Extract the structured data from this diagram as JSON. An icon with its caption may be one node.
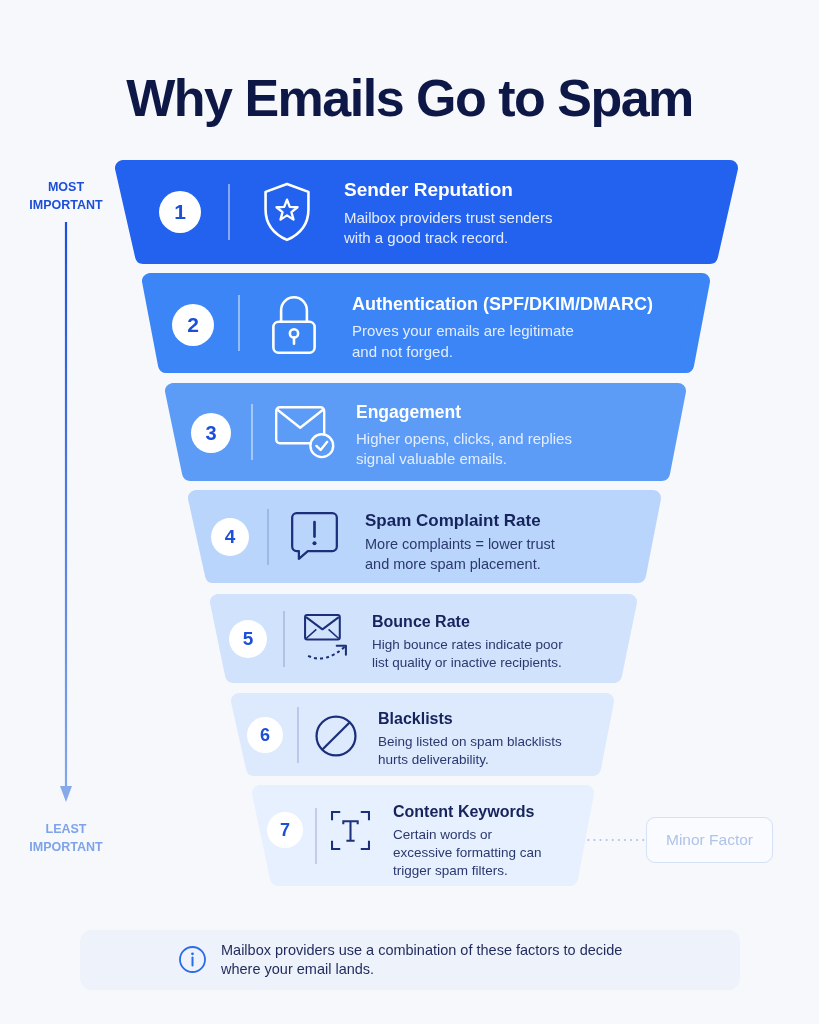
{
  "diagram": {
    "title": "Why Emails Go to Spam",
    "nodes": [
      {
        "text": [
          "Sender Reputation",
          "Mailbox providers trust senders with a good track record."
        ]
      },
      {
        "text": [
          "1"
        ],
        "in": 0
      },
      {
        "text": [
          "Authentication (SPF/DKIM/DMARC)",
          "Proves your emails are legitimate and not forged."
        ]
      },
      {
        "text": [
          "2"
        ],
        "in": 2
      },
      {
        "text": [
          "Engagement",
          "Higher opens, clicks, and replies signal valuable emails."
        ]
      },
      {
        "text": [
          "3"
        ],
        "in": 4
      },
      {
        "text": [
          "Spam Complaint Rate",
          "More complaints = lower trust and more spam placement."
        ]
      },
      {
        "text": [
          "4"
        ],
        "in": 6
      },
      {
        "text": [
          "Bounce Rate",
          "High bounce rates indicate poor list quality or inactive recipients."
        ]
      },
      {
        "text": [
          "5"
        ],
        "in": 8
      },
      {
        "text": [
          "Blacklists",
          "Being listed on spam blacklists hurts deliverability."
        ]
      },
      {
        "text": [
          "6"
        ],
        "in": 10
      },
      {
        "text": [
          "Content Keywords",
          "Certain words or excessive formatting can trigger spam filters."
        ]
      },
      {
        "text": [
          "7"
        ],
        "in": 12
      },
      {
        "text": [
          "Minor Factor"
        ]
      },
      {
        "text": [
          "Mailbox providers use a combination of these factors to decide where your email lands."
        ]
      }
    ],
    "edges": [
      {
        "from": 12,
        "to": 14,
        "arrow": "none",
        "style": "dashed"
      }
    ],
    "labels": [
      "MOST IMPORTANT",
      "LEAST IMPORTANT"
    ]
  }
}
